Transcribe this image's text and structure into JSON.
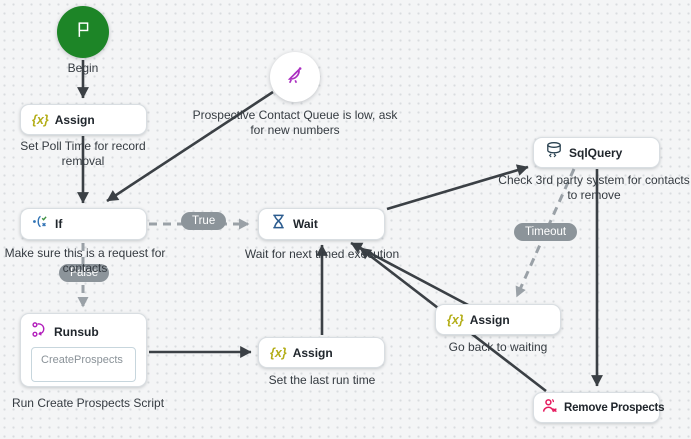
{
  "canvas": {
    "background": "#f4f5f6",
    "dot_color": "#d9dcdf"
  },
  "colors": {
    "arrow_dark": "#3b4045",
    "arrow_dashed_gray": "#9aa1a7",
    "begin_green": "#1d8527",
    "assign_yellow": "#b3ad17",
    "flow_blue": "#2c5c8f",
    "sql_navy": "#28404f",
    "runsub_magenta": "#b21fbb",
    "satellite_purple": "#ab2fc1",
    "remove_pink": "#e5195d",
    "pill_gray": "#8c949a"
  },
  "nodes": {
    "begin": {
      "label": "Begin"
    },
    "assign_poll": {
      "title": "Assign",
      "icon_glyph": "{x}",
      "caption": "Set Poll Time for record removal"
    },
    "trigger": {
      "caption": "Prospective Contact Queue is low, ask for new numbers"
    },
    "if_node": {
      "title": "If",
      "caption": "Make sure this is a request for contacts"
    },
    "wait": {
      "title": "Wait",
      "caption": "Wait for next timed execution"
    },
    "sqlquery": {
      "title": "SqlQuery",
      "caption": "Check 3rd party system for contacts to remove"
    },
    "runsub": {
      "title": "Runsub",
      "subflow_name": "CreateProspects",
      "caption": "Run Create Prospects Script"
    },
    "assign_last": {
      "title": "Assign",
      "icon_glyph": "{x}",
      "caption": "Set the last run time"
    },
    "assign_back": {
      "title": "Assign",
      "icon_glyph": "{x}",
      "caption": "Go back to waiting"
    },
    "remove_prospects": {
      "title": "Remove Prospects"
    }
  },
  "edge_labels": {
    "true_label": "True",
    "false_label": "False",
    "timeout_label": "Timeout"
  }
}
